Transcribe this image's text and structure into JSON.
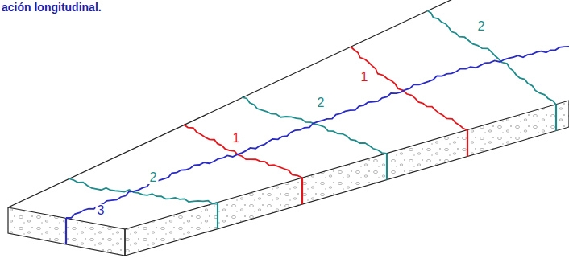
{
  "diagram": {
    "title": "ación longitudinal.",
    "labels": [
      "2",
      "1",
      "2",
      "1",
      "2",
      "3"
    ]
  }
}
